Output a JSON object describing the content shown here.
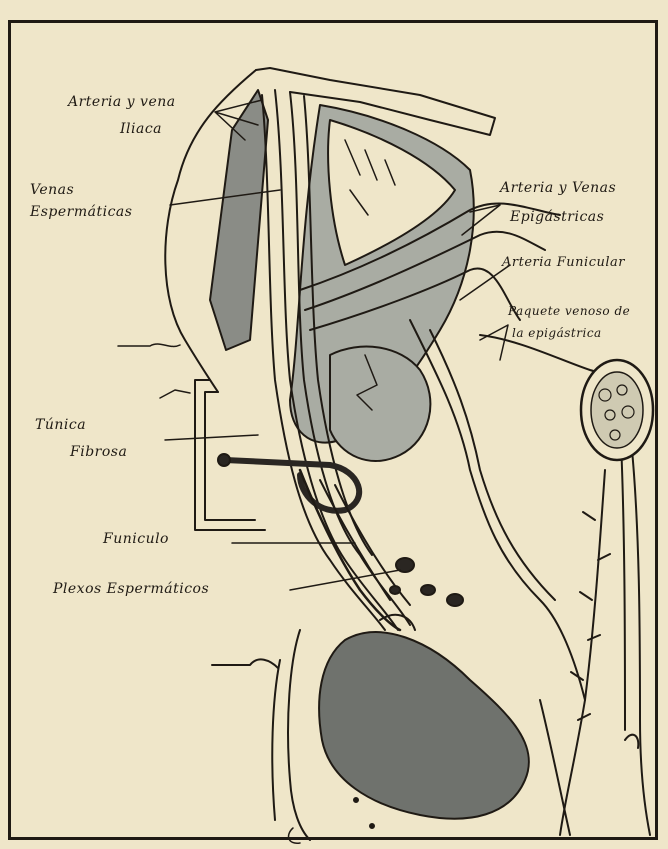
{
  "labels": {
    "arteria_vena_iliaca_1": "Arteria y vena",
    "arteria_vena_iliaca_2": "Iliaca",
    "venas_espermaticas_1": "Venas",
    "venas_espermaticas_2": "Espermáticas",
    "arteria_venas_epigastricas_1": "Arteria y Venas",
    "arteria_venas_epigastricas_2": "Epigástricas",
    "arteria_funicular": "Arteria Funicular",
    "paquete_venoso_1": "Paquete venoso de",
    "paquete_venoso_2": "la epigástrica",
    "tunica_fibrosa_1": "Túnica",
    "tunica_fibrosa_2": "Fibrosa",
    "funiculo": "Funiculo",
    "plexos_espermaticos": "Plexos Espermáticos"
  },
  "colors": {
    "paper": "#efe6c9",
    "ink": "#1f1a14",
    "shading": "#a9aca3",
    "dark_organ": "#6f726d"
  }
}
